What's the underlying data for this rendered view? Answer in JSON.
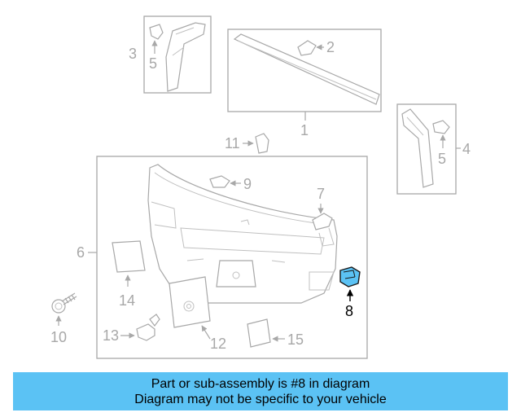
{
  "callouts": {
    "c1": "1",
    "c2": "2",
    "c3": "3",
    "c4": "4",
    "c5a": "5",
    "c5b": "5",
    "c6": "6",
    "c7": "7",
    "c8": "8",
    "c9": "9",
    "c10": "10",
    "c11": "11",
    "c12": "12",
    "c13": "13",
    "c14": "14",
    "c15": "15"
  },
  "highlight": {
    "part": "8",
    "color": "#5bc2f4"
  },
  "banner": {
    "line1": "Part or sub-assembly is #8 in diagram",
    "line2": "Diagram may not be specific to your vehicle",
    "color": "#5bc2f4"
  }
}
